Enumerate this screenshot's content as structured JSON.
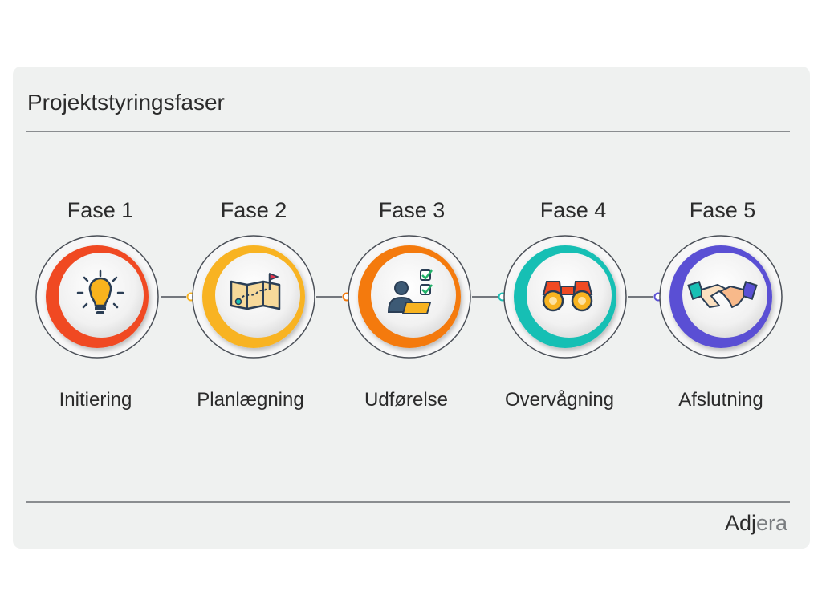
{
  "title": "Projektstyringsfaser",
  "brand": {
    "part1": "Adj",
    "part2": "era"
  },
  "phases": [
    {
      "label": "Fase 1",
      "name": "Initiering",
      "icon": "lightbulb-icon",
      "color": "#f04a24"
    },
    {
      "label": "Fase 2",
      "name": "Planlægning",
      "icon": "map-flag-icon",
      "color": "#f8b320"
    },
    {
      "label": "Fase 3",
      "name": "Udførelse",
      "icon": "worker-checklist-icon",
      "color": "#f47a0c"
    },
    {
      "label": "Fase 4",
      "name": "Overvågning",
      "icon": "binoculars-icon",
      "color": "#19bfb4"
    },
    {
      "label": "Fase 5",
      "name": "Afslutning",
      "icon": "handshake-icon",
      "color": "#5a50d4"
    }
  ]
}
